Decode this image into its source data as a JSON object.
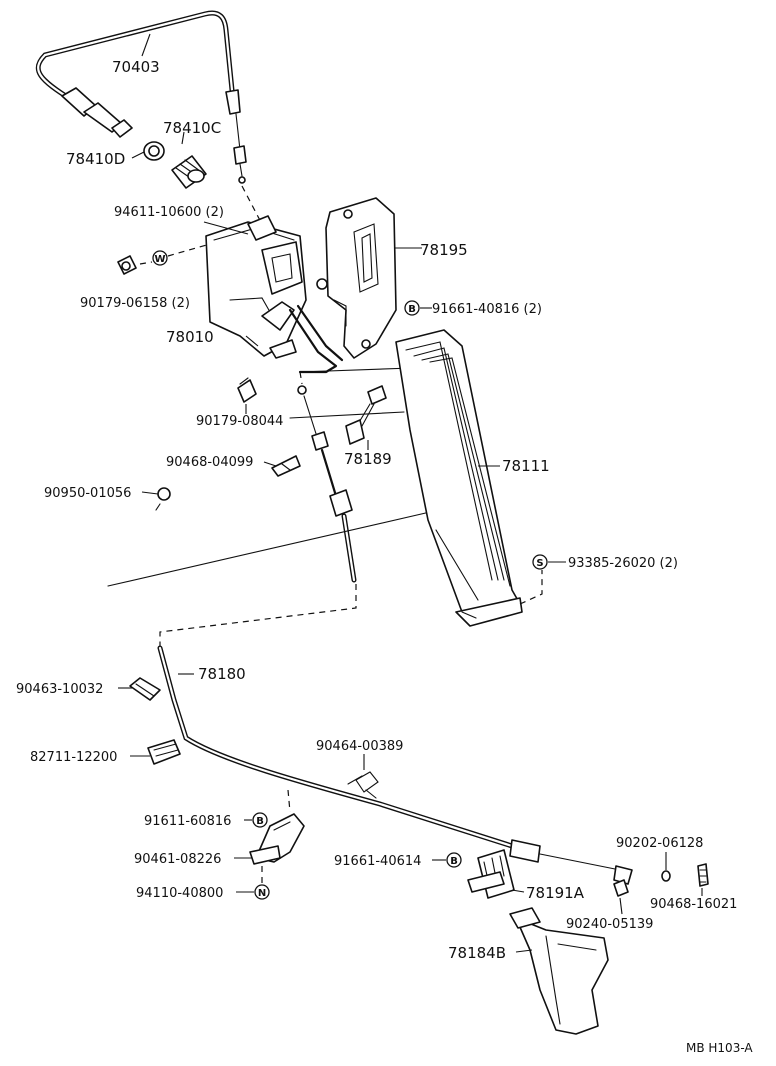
{
  "diagram_id": "MB H103-A",
  "labels": {
    "p70403": "70403",
    "p78410C": "78410C",
    "p78410D": "78410D",
    "p94611": "94611-10600 (2)",
    "p90179_06158": "90179-06158 (2)",
    "p78195": "78195",
    "p91661_40816": "91661-40816 (2)",
    "p78010": "78010",
    "p90179_08044": "90179-08044",
    "p78189": "78189",
    "p90468_04099": "90468-04099",
    "p90950": "90950-01056",
    "p78111": "78111",
    "p93385": "93385-26020 (2)",
    "p78180": "78180",
    "p90463": "90463-10032",
    "p82711": "82711-12200",
    "p90464": "90464-00389",
    "p91611": "91611-60816",
    "p90461": "90461-08226",
    "p94110": "94110-40800",
    "p91661_40614": "91661-40614",
    "p78191A": "78191A",
    "p90202": "90202-06128",
    "p90468_16021": "90468-16021",
    "p90240": "90240-05139",
    "p78184B": "78184B"
  },
  "marks": {
    "w": "W",
    "b": "B",
    "s": "S",
    "n": "N"
  }
}
